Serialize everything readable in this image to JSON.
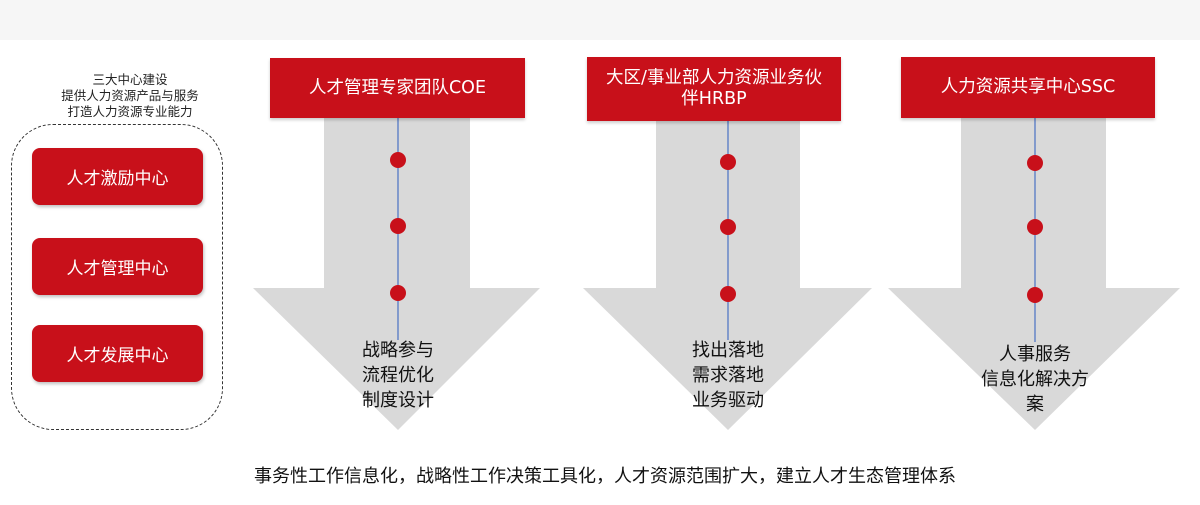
{
  "left_panel": {
    "intro_lines": [
      "三大中心建设",
      "提供人力资源产品与服务",
      "打造人力资源专业能力"
    ],
    "centers": [
      "人才激励中心",
      "人才管理中心",
      "人才发展中心"
    ]
  },
  "columns": [
    {
      "header_lines": [
        "人才管理专家团队COE"
      ],
      "text_lines": [
        "战略参与",
        "流程优化",
        "制度设计"
      ]
    },
    {
      "header_lines": [
        "大区/事业部人力资源业务伙",
        "伴HRBP"
      ],
      "text_lines": [
        "找出落地",
        "需求落地",
        "业务驱动"
      ]
    },
    {
      "header_lines": [
        "人力资源共享中心SSC"
      ],
      "text_lines": [
        "人事服务",
        "信息化解决方",
        "案"
      ]
    }
  ],
  "footer": "事务性工作信息化，战略性工作决策工具化，人才资源范围扩大，建立人才生态管理体系",
  "colors": {
    "accent_red": "#c8101a",
    "arrow_gray": "#d9d9d9",
    "line_blue": "#4a72c4"
  }
}
